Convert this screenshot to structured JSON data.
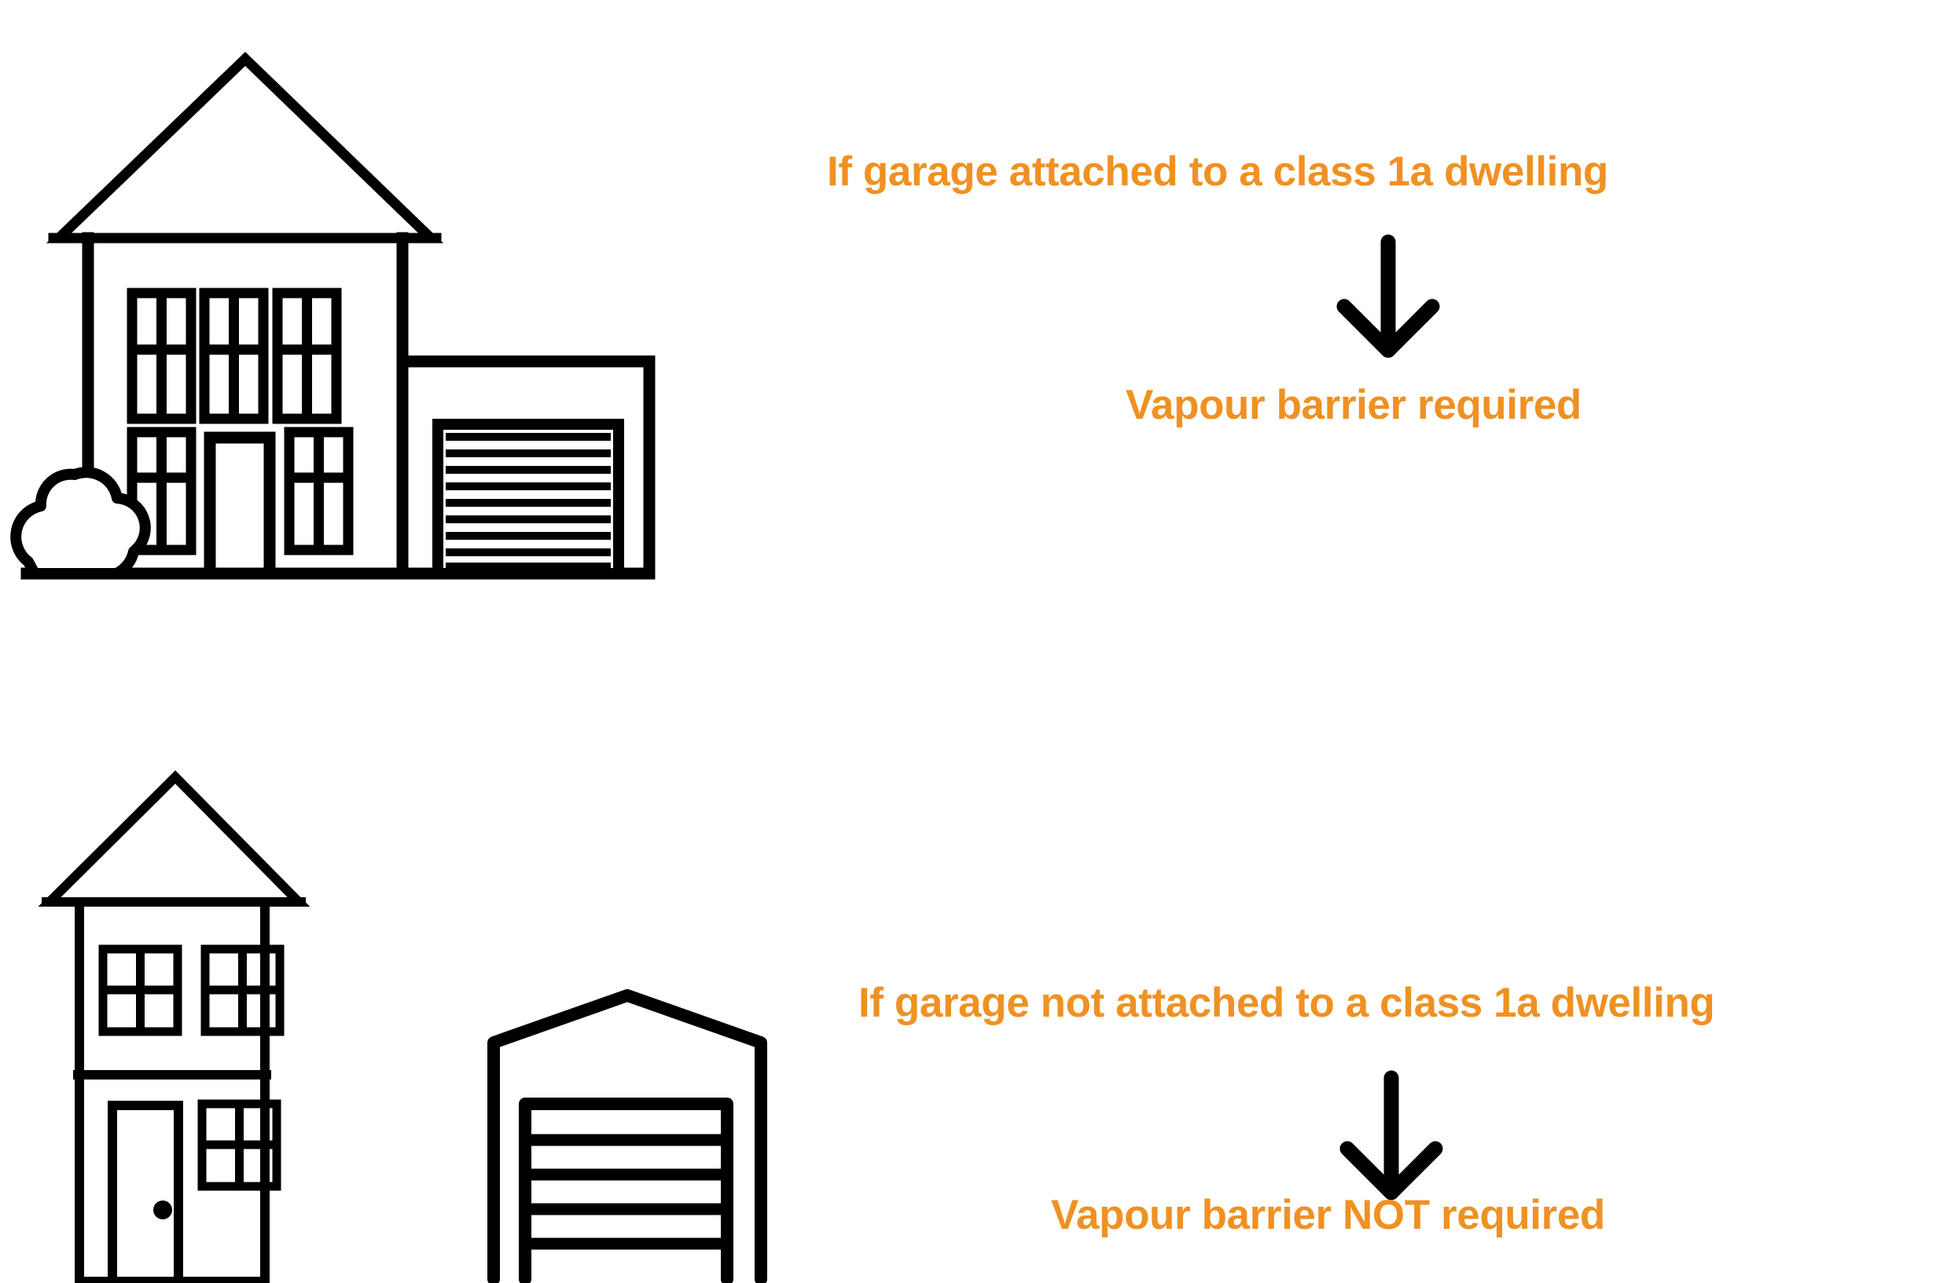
{
  "page": {
    "background_color": "#ffffff",
    "accent_color": "#ef9123",
    "line_color": "#000000"
  },
  "branches": {
    "attached": {
      "condition_text": "If garage attached to a class 1a dwelling",
      "result_text": "Vapour barrier required",
      "arrow_icon": "arrow-down-icon",
      "illustration_name": "two-storey-house-with-attached-garage",
      "illustration_parts": [
        "gable-roof",
        "upper-floor-window",
        "upper-floor-window",
        "upper-floor-window",
        "ground-floor-window",
        "front-door",
        "ground-floor-window",
        "bush",
        "attached-garage-with-roller-door"
      ]
    },
    "detached": {
      "condition_text": "If garage not attached to a class 1a dwelling",
      "result_text": "Vapour barrier NOT required",
      "arrow_icon": "arrow-down-icon",
      "illustration_name": "two-storey-house-and-separate-garage",
      "illustration_parts": [
        "gable-roof",
        "upper-floor-window",
        "upper-floor-window",
        "front-door-with-knob",
        "ground-floor-window",
        "detached-garage-with-roller-door"
      ]
    }
  }
}
